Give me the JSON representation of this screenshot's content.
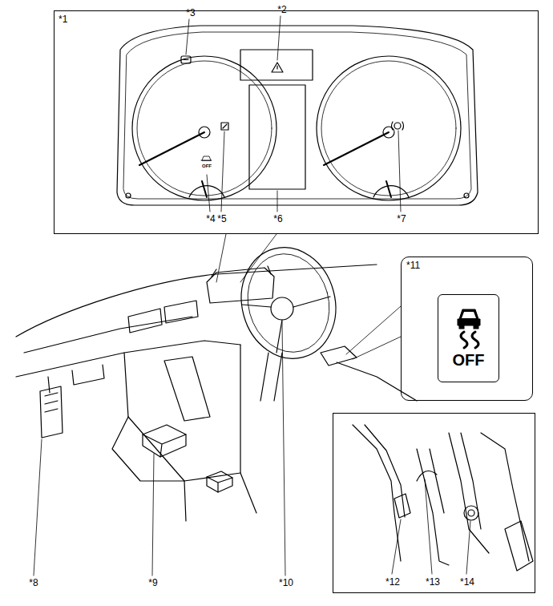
{
  "diagram": {
    "nodes": [
      {
        "text": [
          "*1"
        ]
      },
      {
        "text": [
          "*11"
        ]
      },
      {
        "text": [
          "OFF"
        ],
        "in": 1
      },
      {
        "text": [
          "*12",
          "*13",
          "*14"
        ]
      }
    ],
    "labels": [
      "*2",
      "*3",
      "*4",
      "*5",
      "*6",
      "*7",
      "*8",
      "*9",
      "*10",
      "OFF"
    ]
  }
}
